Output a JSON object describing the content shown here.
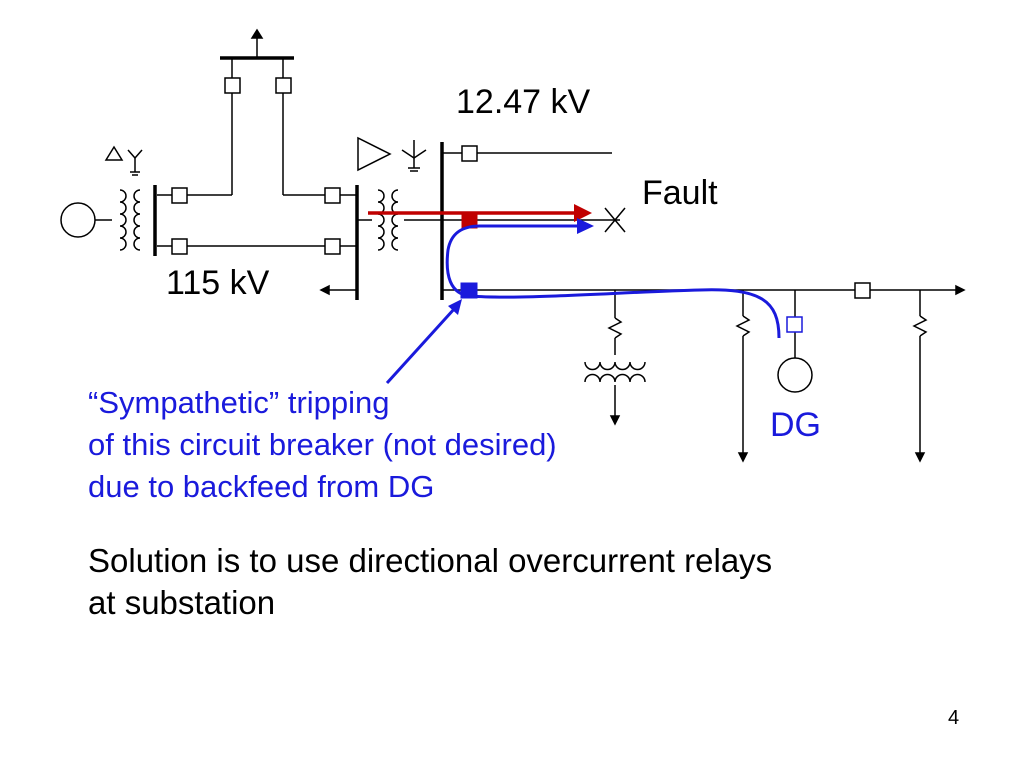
{
  "labels": {
    "medium_voltage": "12.47 kV",
    "fault": "Fault",
    "high_voltage": "115 kV",
    "dg": "DG"
  },
  "annotation": {
    "lines": [
      "“Sympathetic” tripping",
      "of this circuit breaker (not desired)",
      "due to backfeed from DG"
    ]
  },
  "solution": {
    "lines": [
      "Solution is to use directional overcurrent relays",
      "at substation"
    ]
  },
  "page_number": "4",
  "colors": {
    "line": "#000000",
    "fault_path": "#c00000",
    "backfeed_path": "#1a1adc",
    "breaker_highlight_fault": "#c00000",
    "breaker_highlight_trip": "#1a1adc"
  }
}
